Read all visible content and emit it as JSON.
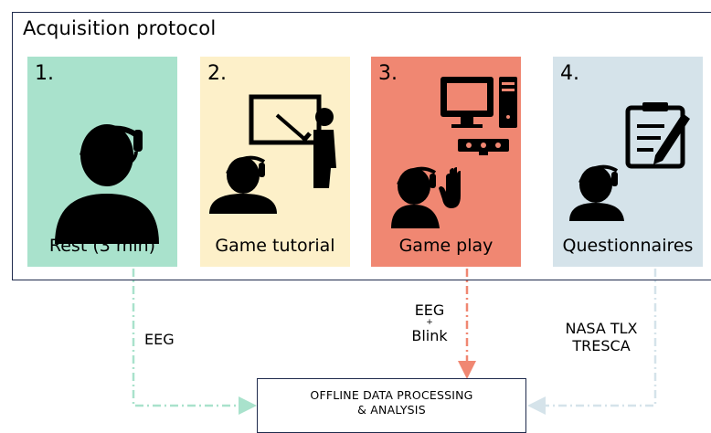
{
  "title": "Acquisition protocol",
  "colors": {
    "rest": "#a9e2cc",
    "tutorial": "#fdf0c9",
    "gameplay": "#f08772",
    "questionnaires": "#d5e3ea",
    "frame": "#1f2b4d"
  },
  "steps": [
    {
      "number": "1.",
      "label": "Rest (3 min)",
      "icon": "headset-person-icon"
    },
    {
      "number": "2.",
      "label": "Game tutorial",
      "icon": "presentation-teacher-icon"
    },
    {
      "number": "3.",
      "label": "Game play",
      "icon": "computer-kinect-icon"
    },
    {
      "number": "4.",
      "label": "Questionnaires",
      "icon": "clipboard-icon"
    }
  ],
  "flows": {
    "left": "EEG",
    "middle_top": "EEG",
    "middle_plus": "+",
    "middle_bottom": "Blink",
    "right_top": "NASA TLX",
    "right_bottom": "TRESCA"
  },
  "output": {
    "line1": "OFFLINE DATA PROCESSING",
    "line2": "& ANALYSIS"
  }
}
